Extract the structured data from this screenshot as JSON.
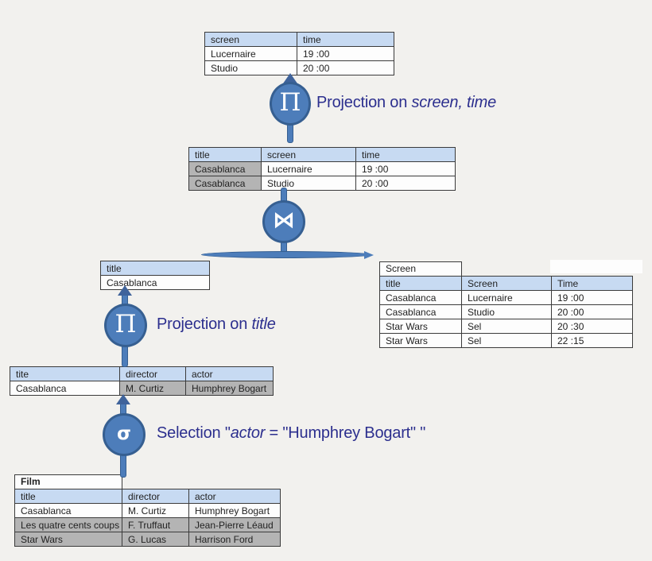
{
  "tables": {
    "final_result": {
      "headers": [
        "screen",
        "time"
      ],
      "rows": [
        [
          "Lucernaire",
          "19 :00"
        ],
        [
          "Studio",
          "20 :00"
        ]
      ]
    },
    "join_result": {
      "headers": [
        "title",
        "screen",
        "time"
      ],
      "rows": [
        [
          "Casablanca",
          "Lucernaire",
          "19 :00"
        ],
        [
          "Casablanca",
          "Studio",
          "20 :00"
        ]
      ]
    },
    "title_projection": {
      "headers": [
        "title"
      ],
      "rows": [
        [
          "Casablanca"
        ]
      ]
    },
    "screen_relation": {
      "name": "Screen",
      "headers": [
        "title",
        "Screen",
        "Time"
      ],
      "rows": [
        [
          "Casablanca",
          "Lucernaire",
          "19 :00"
        ],
        [
          "Casablanca",
          "Studio",
          "20 :00"
        ],
        [
          "Star Wars",
          "Sel",
          "20 :30"
        ],
        [
          "Star Wars",
          "Sel",
          "22 :15"
        ]
      ]
    },
    "selection_result": {
      "headers": [
        "tite",
        "director",
        "actor"
      ],
      "rows": [
        [
          "Casablanca",
          "M. Curtiz",
          "Humphrey Bogart"
        ]
      ]
    },
    "film_relation": {
      "name": "Film",
      "headers": [
        "title",
        "director",
        "actor"
      ],
      "rows": [
        [
          "Casablanca",
          "M. Curtiz",
          "Humphrey Bogart"
        ],
        [
          "Les quatre cents coups",
          "F. Truffaut",
          "Jean-Pierre Léaud"
        ],
        [
          "Star Wars",
          "G. Lucas",
          "Harrison Ford"
        ]
      ]
    }
  },
  "operators": {
    "projection_top": {
      "symbol": "Π",
      "label_prefix": "Projection on ",
      "label_italic": "screen, time",
      "label_suffix": ""
    },
    "join": {
      "symbol": "⋈"
    },
    "projection_title": {
      "symbol": "Π",
      "label_prefix": "Projection on ",
      "label_italic": "title",
      "label_suffix": ""
    },
    "selection": {
      "symbol": "σ",
      "label_prefix": "Selection  \"",
      "label_italic": "actor",
      "label_suffix": " = \"Humphrey Bogart\" \""
    }
  },
  "colors": {
    "operator_fill": "#4d7dba",
    "operator_border": "#365f91",
    "header_fill": "#c7daf2",
    "gray_cell": "#b4b4b4",
    "annotation_text": "#2c2f8e",
    "table_border": "#3b3b3b"
  }
}
